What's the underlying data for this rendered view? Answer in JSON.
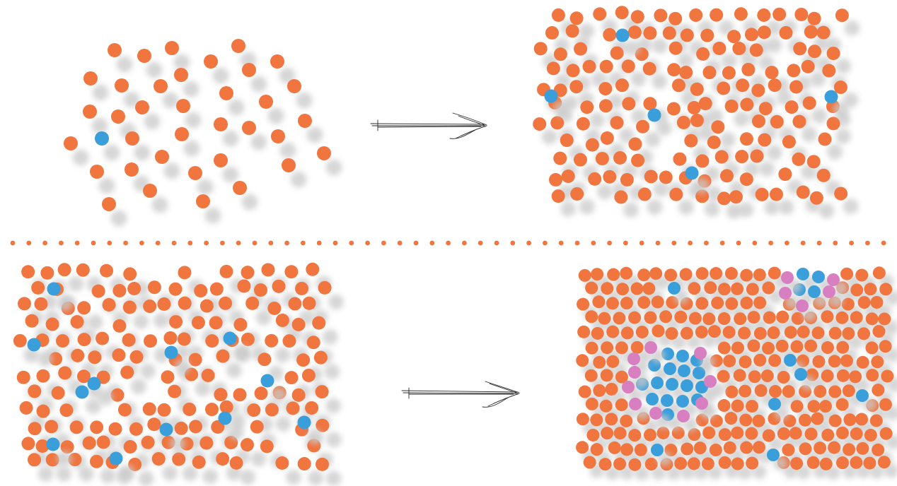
{
  "colors": {
    "background": "#ffffff",
    "particle_orange": "#f0753f",
    "particle_blue": "#3a9edb",
    "particle_pink": "#d77fc0",
    "shadow": "#c9c9c9",
    "divider": "#f0753f",
    "arrow_ink": "#2a2a2a"
  },
  "icons": {
    "arrow": "hand-drawn-arrow-icon"
  },
  "panels": [
    {
      "name": "top-left-sparse-panel",
      "stage": "sparse-gas-initial",
      "impurity": "single-blue"
    },
    {
      "name": "top-right-denser-panel",
      "stage": "denser-gas",
      "impurity": "few-blue"
    },
    {
      "name": "bottom-left-liquid-panel",
      "stage": "dense-liquid",
      "impurity": "many-blue"
    },
    {
      "name": "bottom-right-clustered-panel",
      "stage": "packed-with-cluster",
      "impurity": "blue-cluster-pink-shell"
    }
  ]
}
